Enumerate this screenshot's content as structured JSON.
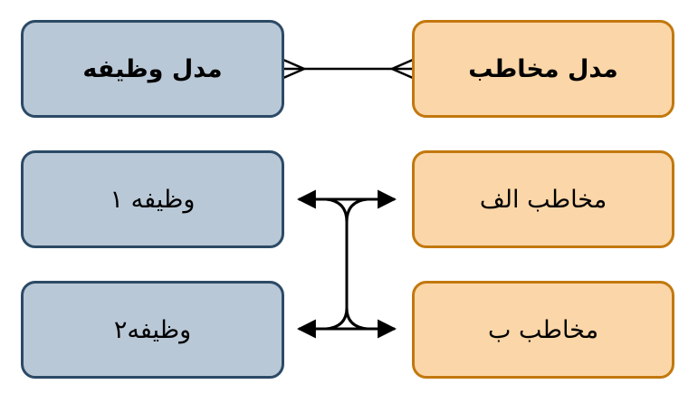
{
  "diagram": {
    "left_header": "مدل وظیفه",
    "right_header": "مدل مخاطب",
    "left_items": [
      "وظیفه ۱",
      "وظیفه۲"
    ],
    "right_items": [
      "مخاطب الف",
      "مخاطب ب"
    ],
    "colors": {
      "blue_fill": "#b9c8d6",
      "blue_border": "#2b4a66",
      "orange_fill": "#fbd6a8",
      "orange_border": "#c2780e"
    }
  }
}
